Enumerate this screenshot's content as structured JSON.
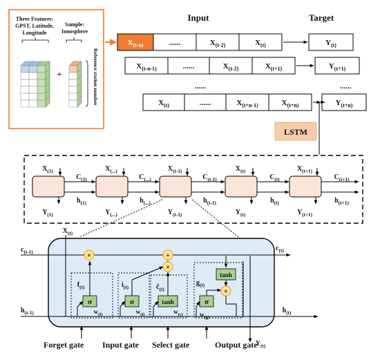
{
  "features_panel": {
    "features_label_lines": [
      "Three Features:",
      "GPST, Latitude,",
      "Longitude"
    ],
    "sample_label_lines": [
      "Sample:",
      "Ionosphere"
    ],
    "plus_sign": "+",
    "side_label": "Reference station number"
  },
  "header": {
    "input_title": "Input",
    "target_title": "Target"
  },
  "input_rows": [
    {
      "cells": [
        {
          "base": "X",
          "sub": "(t-n)",
          "accent": true
        },
        {
          "base": "......",
          "sub": ""
        },
        {
          "base": "X",
          "sub": "(t-2)"
        },
        {
          "base": "X",
          "sub": "(t)"
        }
      ],
      "target": {
        "base": "Y",
        "sub": "(t)"
      }
    },
    {
      "cells": [
        {
          "base": "X",
          "sub": "(t-n-1)"
        },
        {
          "base": "......",
          "sub": ""
        },
        {
          "base": "X",
          "sub": "(t-2)"
        },
        {
          "base": "X",
          "sub": "(t+1)"
        }
      ],
      "target": {
        "base": "Y",
        "sub": "(t+1)"
      }
    },
    {
      "cells": [
        {
          "base": "X",
          "sub": "(t)"
        },
        {
          "base": "......",
          "sub": ""
        },
        {
          "base": "X",
          "sub": "(t+n-1)"
        },
        {
          "base": "X",
          "sub": "(t+n)"
        }
      ],
      "target": {
        "base": "Y",
        "sub": "(t+n)"
      }
    }
  ],
  "gap_dots": {
    "input": "......",
    "target": "......"
  },
  "lstm_label": "LSTM",
  "unrolled_cells": [
    {
      "x": {
        "base": "X",
        "sub": "(1)"
      },
      "y": {
        "base": "Y",
        "sub": "(1)"
      }
    },
    {
      "x": {
        "base": "X",
        "sub": "(...)"
      },
      "y": {
        "base": "Y",
        "sub": "(...)"
      }
    },
    {
      "x": {
        "base": "X",
        "sub": "(t-1)"
      },
      "y": {
        "base": "Y",
        "sub": "(t-1)"
      }
    },
    {
      "x": {
        "base": "X",
        "sub": "(t)"
      },
      "y": {
        "base": "Y",
        "sub": "(t)"
      }
    },
    {
      "x": {
        "base": "X",
        "sub": "(t+1)"
      },
      "y": {
        "base": "Y",
        "sub": "(t+1)"
      }
    }
  ],
  "unrolled_links": [
    {
      "c": {
        "base": "C",
        "sub": "(1)"
      },
      "h": {
        "base": "h",
        "sub": "(1)"
      }
    },
    {
      "c": {
        "base": "C",
        "sub": "(...)"
      },
      "h": {
        "base": "h",
        "sub": "(...)"
      }
    },
    {
      "c": {
        "base": "C",
        "sub": "(t-1)"
      },
      "h": {
        "base": "h",
        "sub": "(t-1)"
      }
    },
    {
      "c": {
        "base": "C",
        "sub": "(t)"
      },
      "h": {
        "base": "h",
        "sub": "(t)"
      }
    },
    {
      "c": {
        "base": "C",
        "sub": "(t+1)"
      },
      "h": {
        "base": "h",
        "sub": "(t+1)"
      }
    }
  ],
  "detail": {
    "x_in": {
      "base": "X",
      "sub": "(t)"
    },
    "c_in": {
      "base": "c",
      "sub": "(t-1)"
    },
    "c_out": {
      "base": "c",
      "sub": "(t)"
    },
    "h_in": {
      "base": "h",
      "sub": "(t-1)"
    },
    "h_out": {
      "base": "h",
      "sub": "(t)"
    },
    "y_out": {
      "base": "Y",
      "sub": "(t)"
    },
    "gate_vars": [
      {
        "base": "f",
        "sub": "(t)"
      },
      {
        "base": "i",
        "sub": "(t)"
      },
      {
        "base": "ĉ",
        "sub": "(t)"
      },
      {
        "base": "g",
        "sub": "(t)"
      }
    ],
    "weights": [
      {
        "base": "w",
        "sub": "(f)"
      },
      {
        "base": "w",
        "sub": "(i)"
      },
      {
        "base": "w",
        "sub": "(c)"
      },
      {
        "base": "w",
        "sub": "(g)"
      }
    ],
    "sigma": "σ",
    "tanh": "tanh",
    "times": "×",
    "plus": "+"
  },
  "gate_labels": [
    "Forget gate",
    "Input gate",
    "Select gate",
    "Output gate"
  ],
  "colors": {
    "orange": "#ED7D31",
    "cell_fill": "#FBE5D6",
    "lstm_fill": "#F8CBAD",
    "detail_fill": "#DEEBF7",
    "op_circle": "#FFE699",
    "gate_box": "#A9D18E",
    "stroke": "#000000"
  }
}
